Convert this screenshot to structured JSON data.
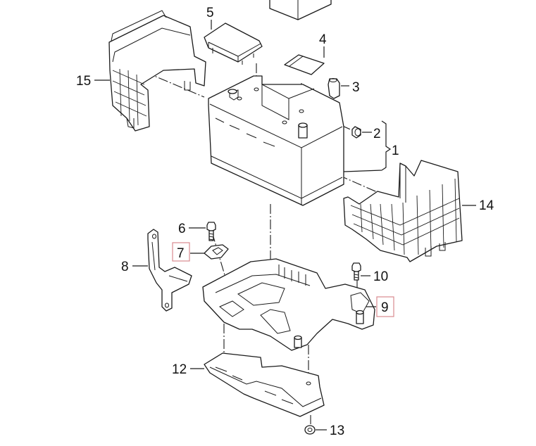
{
  "diagram": {
    "title": "Battery mounting assembly exploded view",
    "highlight_color": "#d98a8f",
    "line_color": "#1a1a1a",
    "callouts": [
      {
        "id": "1",
        "text": "1",
        "part": "battery",
        "highlighted": false
      },
      {
        "id": "2",
        "text": "2",
        "part": "vent-plug",
        "highlighted": false
      },
      {
        "id": "3",
        "text": "3",
        "part": "terminal-cap",
        "highlighted": false
      },
      {
        "id": "4",
        "text": "4",
        "part": "label-sticker",
        "highlighted": false
      },
      {
        "id": "5",
        "text": "5",
        "part": "cover-cap",
        "highlighted": false
      },
      {
        "id": "6",
        "text": "6",
        "part": "screw",
        "highlighted": false
      },
      {
        "id": "7",
        "text": "7",
        "part": "clamp",
        "highlighted": true
      },
      {
        "id": "8",
        "text": "8",
        "part": "bracket",
        "highlighted": false
      },
      {
        "id": "9",
        "text": "9",
        "part": "battery-tray",
        "highlighted": true
      },
      {
        "id": "10",
        "text": "10",
        "part": "bolt",
        "highlighted": false
      },
      {
        "id": "12",
        "text": "12",
        "part": "tray-base",
        "highlighted": false
      },
      {
        "id": "13",
        "text": "13",
        "part": "clip-nut",
        "highlighted": false
      },
      {
        "id": "14",
        "text": "14",
        "part": "right-housing",
        "highlighted": false
      },
      {
        "id": "15",
        "text": "15",
        "part": "left-housing",
        "highlighted": false
      }
    ]
  }
}
